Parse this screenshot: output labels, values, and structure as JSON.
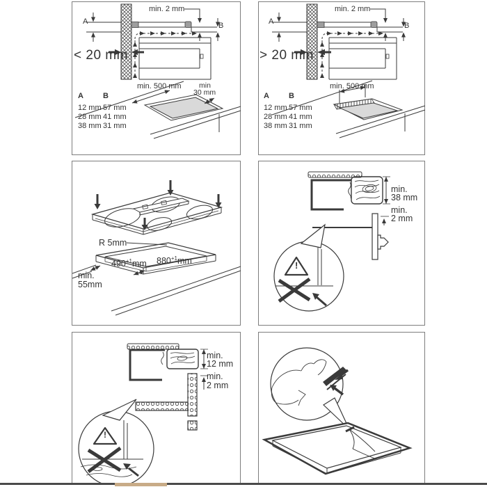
{
  "colors": {
    "line": "#3a3a3a",
    "panel_border": "#7d7d7d",
    "cutout_fill": "#d9d9d9",
    "block_fill": "#9e9e9e",
    "bottom_bar": "#4a4a4a",
    "bottom_bar_accent": "#c8ab87"
  },
  "panel1": {
    "name": "wall-clearance-under-20mm",
    "clearance_label": "< 20 mm",
    "top_gap_label": "min. 2 mm",
    "dim_a_label": "A",
    "dim_b_label": "B",
    "cutout_width_label": "min. 500 mm",
    "rear_gap_label_line1": "min",
    "rear_gap_label_line2": "30 mm",
    "table": {
      "header_a": "A",
      "header_b": "B",
      "rows": [
        {
          "a": "12 mm",
          "b": "57 mm"
        },
        {
          "a": "28 mm",
          "b": "41 mm"
        },
        {
          "a": "38 mm",
          "b": "31 mm"
        }
      ]
    }
  },
  "panel2": {
    "name": "wall-clearance-over-20mm",
    "clearance_label": "> 20 mm",
    "top_gap_label": "min. 2 mm",
    "dim_a_label": "A",
    "dim_b_label": "B",
    "cutout_width_label": "min. 500 mm",
    "table": {
      "header_a": "A",
      "header_b": "B",
      "rows": [
        {
          "a": "12 mm",
          "b": "57 mm"
        },
        {
          "a": "28 mm",
          "b": "41 mm"
        },
        {
          "a": "38 mm",
          "b": "31 mm"
        }
      ]
    }
  },
  "panel3": {
    "name": "cutout-dimensions",
    "corner_radius_label": "R 5mm",
    "cutout_depth_value": "490",
    "cutout_depth_tolerance": "+1",
    "cutout_depth_unit": "mm",
    "cutout_length_value": "880",
    "cutout_length_tolerance": "+1",
    "cutout_length_unit": "mm",
    "front_edge_label_line1": "min.",
    "front_edge_label_line2": "55mm"
  },
  "panel4": {
    "name": "worktop-thickness-38mm",
    "thickness_label_line1": "min.",
    "thickness_label_line2": "38 mm",
    "gap_label_line1": "min.",
    "gap_label_line2": "2 mm",
    "warning_mark": "!"
  },
  "panel5": {
    "name": "worktop-thickness-12mm",
    "thickness_label_line1": "min.",
    "thickness_label_line2": "12 mm",
    "gap_label_line1": "min.",
    "gap_label_line2": "2 mm",
    "warning_mark": "!"
  },
  "panel6": {
    "name": "seal-application"
  }
}
